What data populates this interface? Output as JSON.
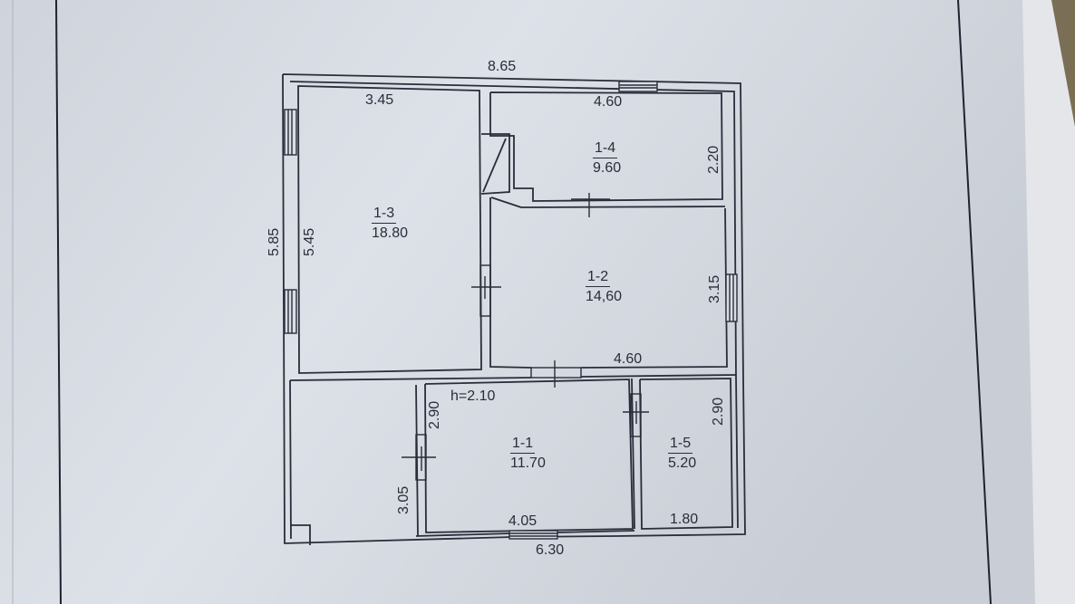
{
  "dimensions": {
    "top_total": "8.65",
    "bottom_total": "6.30",
    "left_total": "5.85",
    "room_1_3_top": "3.45",
    "room_1_3_height": "5.45",
    "room_1_4_top": "4.60",
    "room_1_4_height": "2.20",
    "room_1_2_height": "3.15",
    "room_1_2_bottom": "4.60",
    "ceiling_height": "h=2.10",
    "room_1_1_height_upper": "2.90",
    "room_1_1_height_lower": "3.05",
    "room_1_1_bottom": "4.05",
    "room_1_5_height": "2.90",
    "room_1_5_bottom": "1.80"
  },
  "rooms": [
    {
      "id": "1-3",
      "area": "18.80"
    },
    {
      "id": "1-4",
      "area": "9.60"
    },
    {
      "id": "1-2",
      "area": "14,60"
    },
    {
      "id": "1-1",
      "area": "11.70"
    },
    {
      "id": "1-5",
      "area": "5.20"
    }
  ],
  "colors": {
    "ink": "#2a2d3a",
    "paper": "#d9dde4",
    "background": "#8c8168"
  }
}
